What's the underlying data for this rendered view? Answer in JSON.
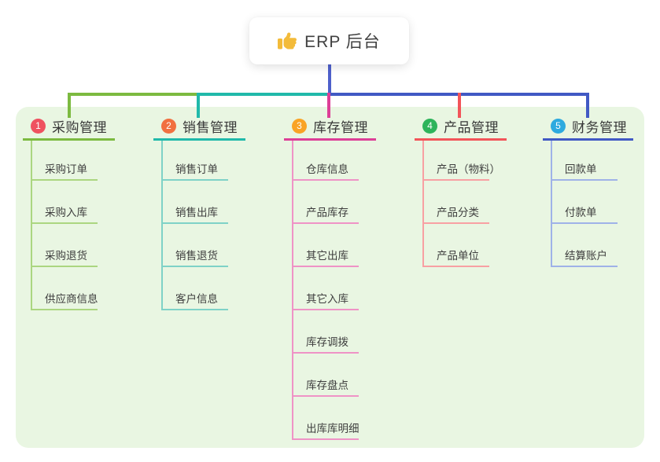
{
  "root": {
    "title": "ERP 后台",
    "icon": "thumbs-up-icon",
    "icon_color": "#f3bb3a"
  },
  "canvas": {
    "background": "#ffffff",
    "panel_background": "#e9f6e2",
    "trunk_color": "#4e60cb"
  },
  "branches": [
    {
      "index": "1",
      "label": "采购管理",
      "badge_color": "#ef5260",
      "line_color": "#7cba40",
      "child_line_color": "#abd680",
      "children": [
        "采购订单",
        "采购入库",
        "采购退货",
        "供应商信息"
      ]
    },
    {
      "index": "2",
      "label": "销售管理",
      "badge_color": "#f17040",
      "line_color": "#20b9aa",
      "child_line_color": "#7fd2c7",
      "children": [
        "销售订单",
        "销售出库",
        "销售退货",
        "客户信息"
      ]
    },
    {
      "index": "3",
      "label": "库存管理",
      "badge_color": "#f9a325",
      "line_color": "#dd3f97",
      "child_line_color": "#ef93c6",
      "children": [
        "仓库信息",
        "产品库存",
        "其它出库",
        "其它入库",
        "库存调拨",
        "库存盘点",
        "出库库明细"
      ]
    },
    {
      "index": "4",
      "label": "产品管理",
      "badge_color": "#2eb45b",
      "line_color": "#f25459",
      "child_line_color": "#f8a0a3",
      "children": [
        "产品（物料）",
        "产品分类",
        "产品单位"
      ]
    },
    {
      "index": "5",
      "label": "财务管理",
      "badge_color": "#2eaadf",
      "line_color": "#4159c4",
      "child_line_color": "#9fb2e8",
      "children": [
        "回款单",
        "付款单",
        "结算账户"
      ]
    }
  ]
}
